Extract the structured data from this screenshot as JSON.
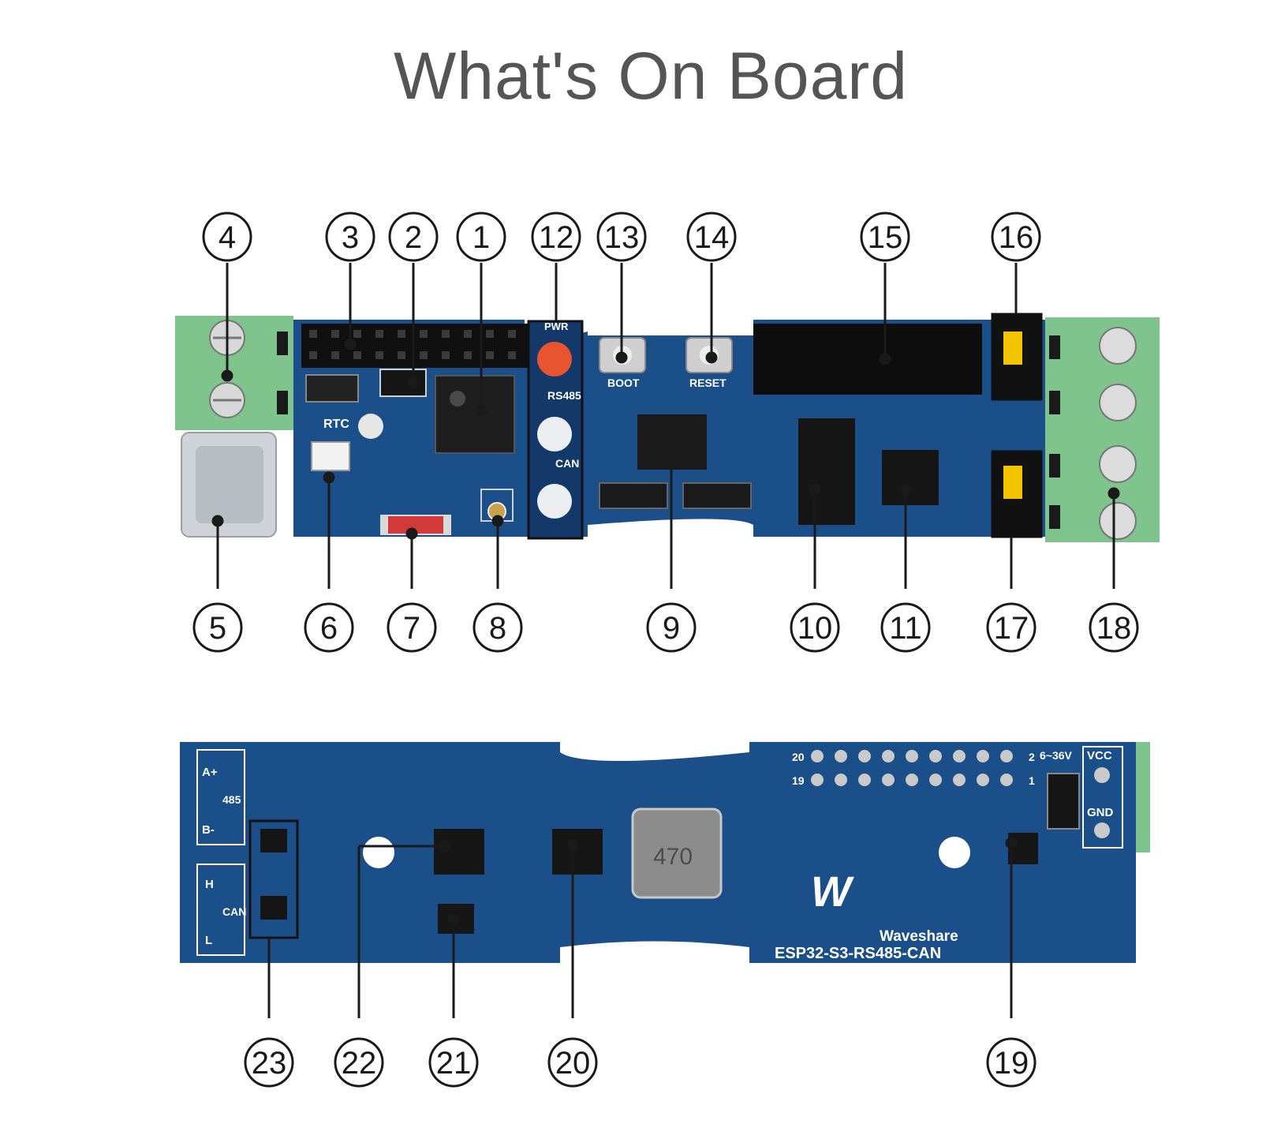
{
  "title": "What's On Board",
  "colors": {
    "pcb": "#1b4f8a",
    "pcb_dark": "#123a68",
    "terminal": "#7fc48d",
    "line": "#1a1a1a"
  },
  "top_silk": {
    "rtc": "RTC",
    "pwr": "PWR",
    "rs485": "RS485",
    "can": "CAN",
    "boot": "BOOT",
    "reset": "RESET"
  },
  "bottom_silk": {
    "a_plus": "A+",
    "b_minus": "B-",
    "rs485": "485",
    "h": "H",
    "can": "CAN",
    "l": "L",
    "pin20": "20",
    "pin19": "19",
    "pin2": "2",
    "pin1": "1",
    "voltage": "6~36V",
    "vcc": "VCC",
    "gnd": "GND",
    "inductor": "470",
    "brand": "Waveshare",
    "model": "ESP32-S3-RS485-CAN"
  },
  "callouts": {
    "top_row": [
      "4",
      "3",
      "2",
      "1",
      "12",
      "13",
      "14",
      "15",
      "16"
    ],
    "middle_row": [
      "5",
      "6",
      "7",
      "8",
      "9",
      "10",
      "11",
      "17",
      "18"
    ],
    "bottom_row": [
      "23",
      "22",
      "21",
      "20",
      "19"
    ]
  }
}
